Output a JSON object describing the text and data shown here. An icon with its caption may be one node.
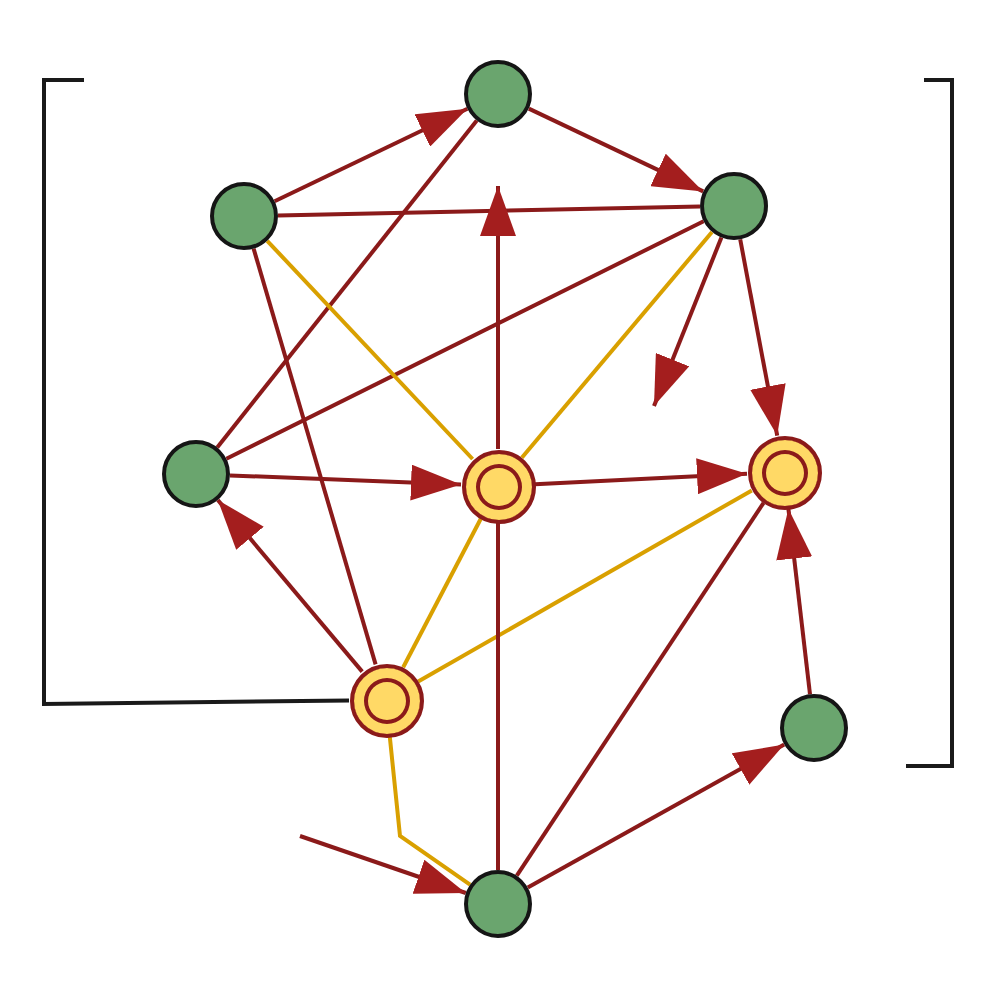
{
  "diagram": {
    "nodes": [
      {
        "text": [],
        "shape": "circle"
      },
      {
        "text": [],
        "shape": "circle"
      },
      {
        "text": [],
        "shape": "circle"
      },
      {
        "text": [],
        "shape": "circle"
      },
      {
        "text": [],
        "shape": "ring"
      },
      {
        "text": [],
        "shape": "ring"
      },
      {
        "text": [],
        "shape": "ring"
      },
      {
        "text": [],
        "shape": "circle"
      },
      {
        "text": [],
        "shape": "circle"
      }
    ],
    "edges": [
      {
        "from": 1,
        "to": 0,
        "arrow": "to"
      },
      {
        "from": 0,
        "to": 2,
        "arrow": "to"
      },
      {
        "from": 1,
        "to": 2,
        "arrow": "none"
      },
      {
        "from": 0,
        "to": 3,
        "arrow": "none"
      },
      {
        "from": 2,
        "to": 3,
        "arrow": "none"
      },
      {
        "from": 1,
        "to": 6,
        "arrow": "none"
      },
      {
        "from": 1,
        "to": 4,
        "arrow": "none",
        "color": "#d9a000"
      },
      {
        "from": 2,
        "to": 4,
        "arrow": "none",
        "color": "#d9a000"
      },
      {
        "from": 2,
        "to": 5,
        "arrow": "to"
      },
      {
        "from": 2,
        "to": null,
        "arrow": "to"
      },
      {
        "from": 4,
        "to": null,
        "arrow": "to"
      },
      {
        "from": 3,
        "to": 4,
        "arrow": "to"
      },
      {
        "from": 6,
        "to": 3,
        "arrow": "to"
      },
      {
        "from": 4,
        "to": 5,
        "arrow": "to"
      },
      {
        "from": 4,
        "to": 6,
        "arrow": "none",
        "color": "#d9a000"
      },
      {
        "from": 6,
        "to": 5,
        "arrow": "none",
        "color": "#d9a000"
      },
      {
        "from": 8,
        "to": 4,
        "arrow": "none"
      },
      {
        "from": 8,
        "to": 5,
        "arrow": "none"
      },
      {
        "from": 7,
        "to": 5,
        "arrow": "to"
      },
      {
        "from": 6,
        "to": 8,
        "arrow": "none",
        "color": "#d9a000"
      },
      {
        "from": 8,
        "to": 7,
        "arrow": "to"
      },
      {
        "from": null,
        "to": 8,
        "arrow": "to"
      },
      {
        "from": null,
        "to": 6,
        "arrow": "none",
        "color": "#1a1a1a"
      }
    ]
  }
}
